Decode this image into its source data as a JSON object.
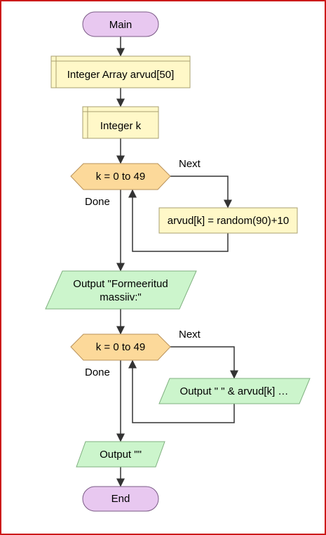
{
  "flowchart": {
    "start": "Main",
    "decl1": "Integer Array arvud[50]",
    "decl2": "Integer k",
    "loop1": {
      "condition": "k = 0 to 49",
      "next": "Next",
      "done": "Done",
      "body": "arvud[k] = random(90)+10"
    },
    "output1": {
      "line1": "Output \"Formeeritud",
      "line2": "massiiv:\""
    },
    "loop2": {
      "condition": "k = 0 to 49",
      "next": "Next",
      "done": "Done",
      "body": "Output \" \" & arvud[k] …"
    },
    "output2": "Output \"\"",
    "end": "End"
  },
  "colors": {
    "terminal": "#e8c8f0",
    "declare": "#fff8c8",
    "loop": "#fcd99a",
    "output": "#ccf5cc",
    "process": "#fff8c8",
    "border": "#666666",
    "frame": "#cc1a1a"
  }
}
